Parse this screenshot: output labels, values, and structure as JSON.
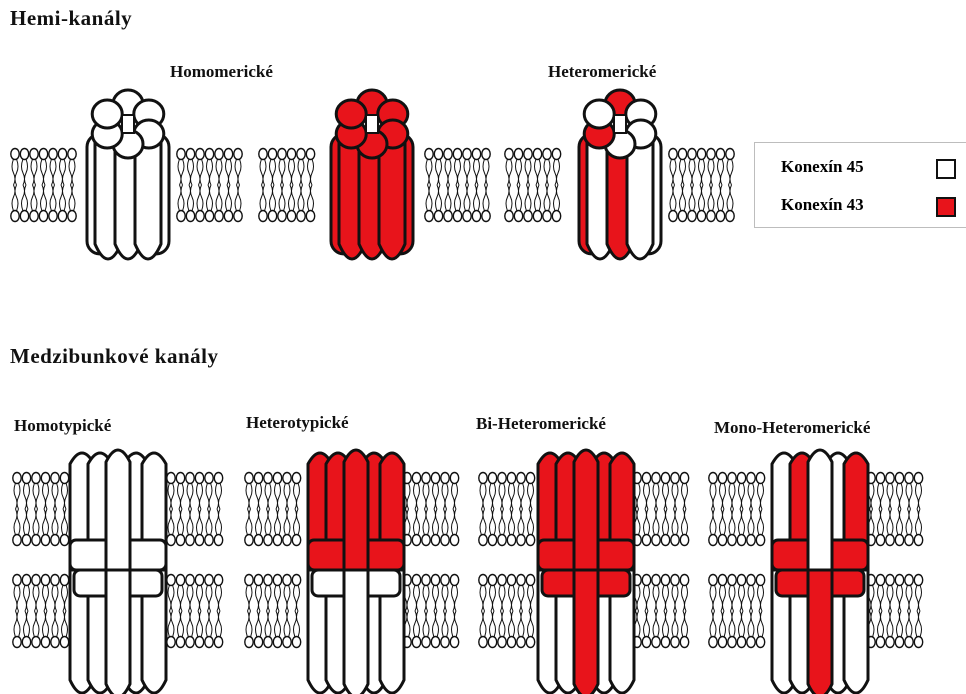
{
  "title_hemi": "Hemi-kanály",
  "title_inter": "Medzibunkové kanály",
  "hemi_labels": {
    "homomeric": "Homomerické",
    "heteromeric": "Heteromerické"
  },
  "inter_labels": {
    "homotypic": "Homotypické",
    "heterotypic": "Heterotypické",
    "bi_heteromeric": "Bi-Heteromerické",
    "mono_heteromeric": "Mono-Heteromerické"
  },
  "legend": {
    "items": [
      {
        "label": "Konexín 45",
        "color": "#ffffff"
      },
      {
        "label": "Konexín 43",
        "color": "#e8141b"
      }
    ]
  },
  "colors": {
    "cx45": "#ffffff",
    "cx43": "#e8141b",
    "outline": "#111111"
  },
  "channels": {
    "hemi": [
      {
        "id": "homomeric-45",
        "subunits": [
          "w",
          "w",
          "w",
          "w",
          "w",
          "w"
        ]
      },
      {
        "id": "homomeric-43",
        "subunits": [
          "r",
          "r",
          "r",
          "r",
          "r",
          "r"
        ]
      },
      {
        "id": "heteromeric",
        "subunits": [
          "r",
          "w",
          "w",
          "w",
          "r",
          "w"
        ]
      }
    ],
    "inter": [
      {
        "id": "homotypic",
        "top": [
          "w",
          "w",
          "w",
          "w",
          "w",
          "w"
        ],
        "bottom": [
          "w",
          "w",
          "w",
          "w",
          "w",
          "w"
        ]
      },
      {
        "id": "heterotypic",
        "top": [
          "r",
          "r",
          "r",
          "r",
          "r",
          "r"
        ],
        "bottom": [
          "w",
          "w",
          "w",
          "w",
          "w",
          "w"
        ]
      },
      {
        "id": "bi-heteromeric",
        "top": [
          "r",
          "r",
          "r",
          "r",
          "r",
          "r"
        ],
        "bottom": [
          "w",
          "w",
          "r",
          "w",
          "w",
          "w"
        ]
      },
      {
        "id": "mono-heteromeric",
        "top": [
          "w",
          "r",
          "r",
          "w",
          "w",
          "r"
        ],
        "bottom": [
          "w",
          "w",
          "r",
          "w",
          "w",
          "w"
        ]
      }
    ]
  }
}
